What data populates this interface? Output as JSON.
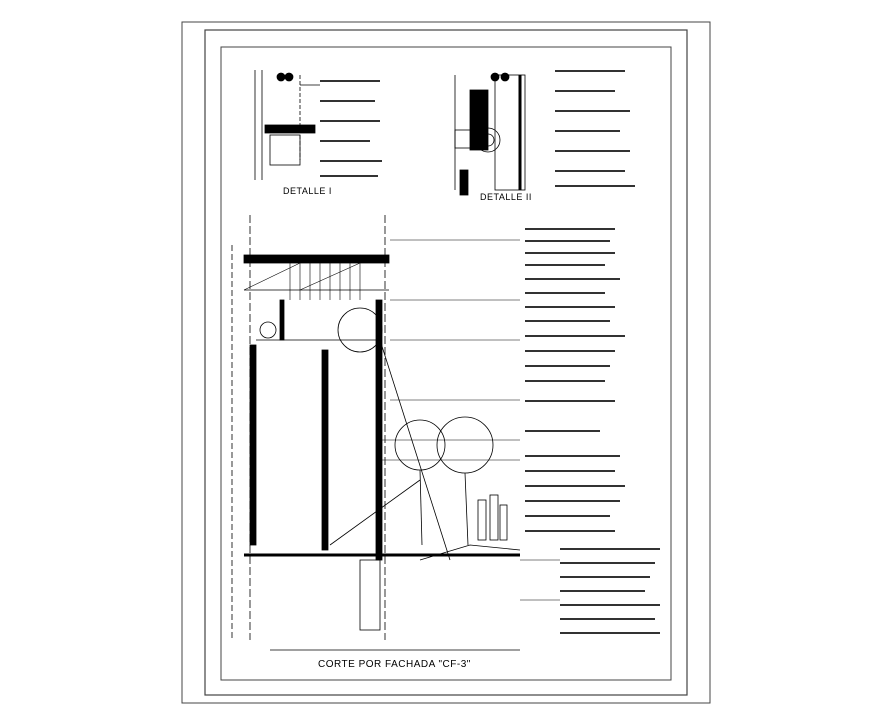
{
  "drawing": {
    "detail_1_title": "DETALLE I",
    "detail_2_title": "DETALLE II",
    "section_title": "CORTE POR FACHADA \"CF-3\""
  },
  "colors": {
    "line": "#000000",
    "paper": "#ffffff",
    "frame": "#555555"
  }
}
